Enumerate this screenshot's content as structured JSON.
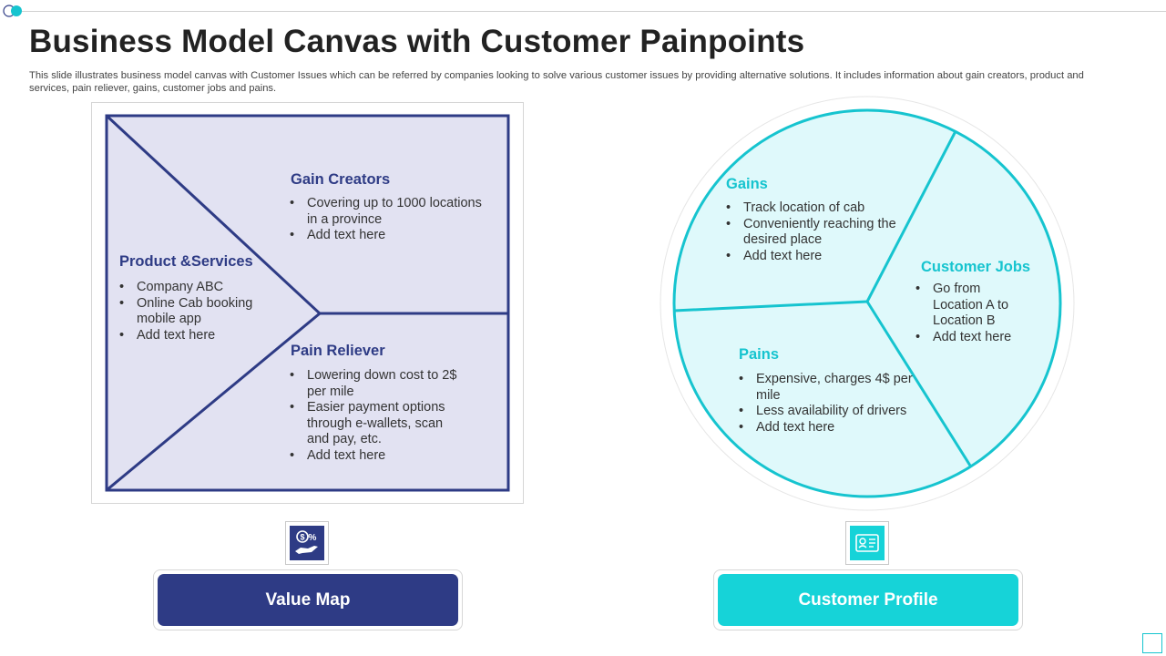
{
  "title": "Business Model Canvas with Customer Painpoints",
  "subtitle": "This slide illustrates business model canvas with Customer Issues which can be referred by companies looking to solve various customer issues by providing alternative solutions. It includes information about gain creators, product and services, pain reliever, gains, customer jobs and pains.",
  "colors": {
    "navy": "#2e3b85",
    "teal": "#16d3d8",
    "square_fill": "#e2e2f2",
    "circle_fill": "#dff9fb"
  },
  "value_map": {
    "gain_creators": {
      "heading": "Gain Creators",
      "items": [
        "Covering up to 1000 locations in a province",
        "Add text here"
      ]
    },
    "product_services": {
      "heading": "Product &Services",
      "items": [
        "Company ABC",
        "Online Cab booking mobile app",
        "Add text here"
      ]
    },
    "pain_reliever": {
      "heading": "Pain Reliever",
      "items": [
        "Lowering down cost to 2$ per mile",
        "Easier payment options through e-wallets, scan and pay, etc.",
        "Add text here"
      ]
    },
    "button_label": "Value Map",
    "icon": "dollar-percent-hand-icon"
  },
  "customer_profile": {
    "gains": {
      "heading": "Gains",
      "items": [
        "Track location of cab",
        "Conveniently reaching the desired place",
        "Add text here"
      ]
    },
    "customer_jobs": {
      "heading": "Customer Jobs",
      "items": [
        "Go from Location A to Location B",
        "Add text here"
      ]
    },
    "pains": {
      "heading": "Pains",
      "items": [
        "Expensive, charges 4$ per mile",
        "Less availability  of drivers",
        "Add text here"
      ]
    },
    "button_label": "Customer Profile",
    "icon": "id-card-icon"
  }
}
